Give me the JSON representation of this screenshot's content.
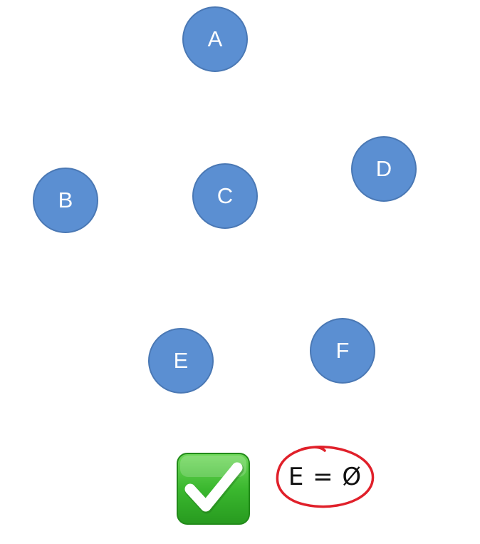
{
  "nodes": [
    {
      "id": "a",
      "label": "A"
    },
    {
      "id": "b",
      "label": "B"
    },
    {
      "id": "c",
      "label": "C"
    },
    {
      "id": "d",
      "label": "D"
    },
    {
      "id": "e",
      "label": "E"
    },
    {
      "id": "f",
      "label": "F"
    }
  ],
  "edges": [],
  "status": {
    "icon": "check-mark-icon",
    "formula": "E = Ø"
  },
  "colors": {
    "node_fill": "#5b8fd2",
    "node_border": "#4a78b4",
    "node_text": "#ffffff",
    "check_green": "#3bb82f",
    "circle_annotation": "#e0202a"
  }
}
